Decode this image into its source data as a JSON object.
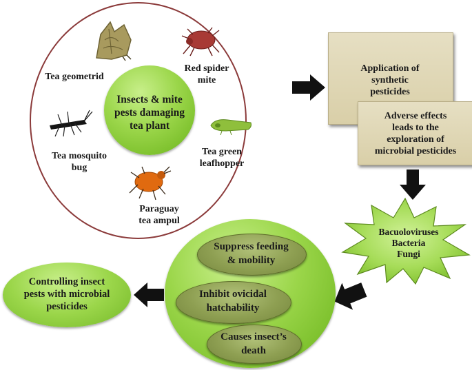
{
  "center": {
    "label": "Insects & mite\npests damaging\ntea plant"
  },
  "pests": [
    {
      "id": "geometrid",
      "label": "Tea geometrid"
    },
    {
      "id": "red-spider",
      "label": "Red spider\nmite"
    },
    {
      "id": "mosquito-bug",
      "label": "Tea mosquito\nbug"
    },
    {
      "id": "leafhopper",
      "label": "Tea green\nleafhopper"
    },
    {
      "id": "paraguay",
      "label": "Paraguay\ntea ampul"
    }
  ],
  "box1": {
    "label": "Application of\nsynthetic\npesticides"
  },
  "box2": {
    "label": "Adverse effects\nleads to the\nexploration of\nmicrobial pesticides"
  },
  "starburst": {
    "label": "Bacuoloviruses\nBacteria\nFungi"
  },
  "effects": [
    {
      "label": "Suppress feeding\n& mobility"
    },
    {
      "label": "Inhibit ovicidal\nhatchability"
    },
    {
      "label": "Causes insect’s\ndeath"
    }
  ],
  "outcome": {
    "label": "Controlling insect\npests with microbial\npesticides"
  },
  "colors": {
    "circle_border": "#8b3a3a",
    "green": "#9bd64a",
    "olive": "#8e9f52",
    "tan": "#d9cfa8",
    "arrow": "#111111"
  }
}
